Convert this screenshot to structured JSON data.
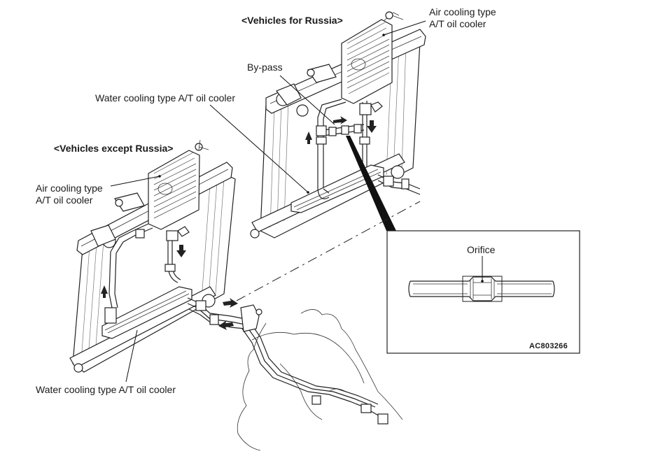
{
  "figure_code": "AC803266",
  "sections": {
    "russia": {
      "header": "<Vehicles for Russia>",
      "labels": {
        "air_cooler_line1": "Air cooling type",
        "air_cooler_line2": "A/T oil cooler",
        "bypass": "By-pass",
        "water_cooler": "Water cooling type A/T oil cooler"
      }
    },
    "except_russia": {
      "header": "<Vehicles except Russia>",
      "labels": {
        "air_cooler_line1": "Air cooling type",
        "air_cooler_line2": "A/T oil cooler",
        "water_cooler": "Water cooling type A/T oil cooler"
      }
    }
  },
  "detail_inset": {
    "label": "Orifice",
    "code": "AC803266"
  },
  "icons": {
    "flow_arrows": "oil-flow-direction-arrow",
    "radiator": "radiator-assembly",
    "transmission": "automatic-transmission-outline"
  }
}
